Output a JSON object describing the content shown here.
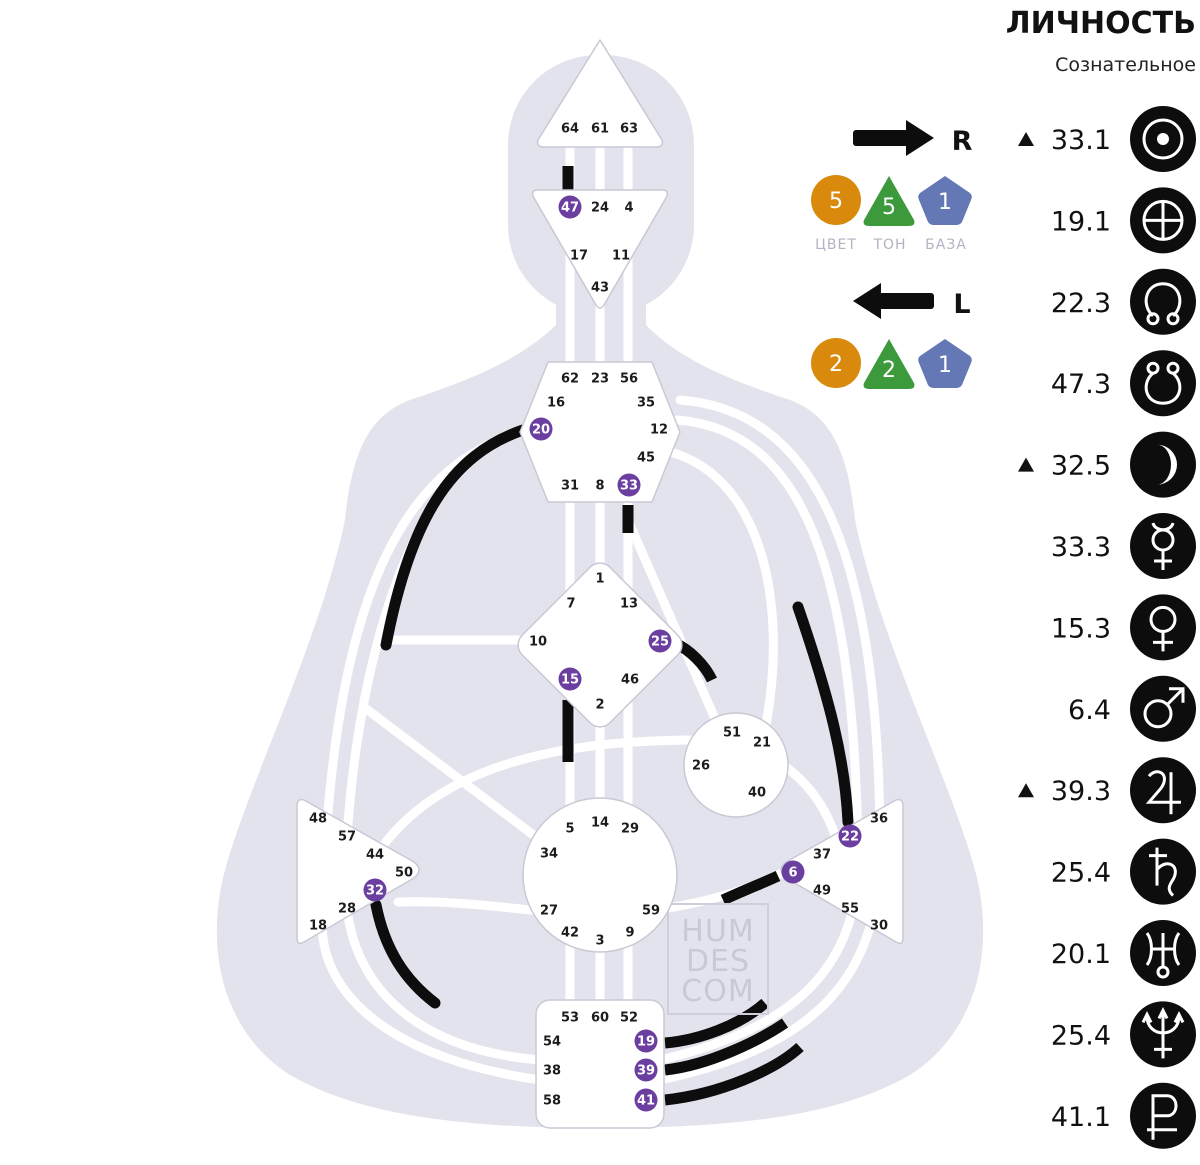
{
  "header": {
    "title": "ЛИЧНОСТЬ",
    "subtitle": "Сознательное"
  },
  "watermark": [
    "HUM",
    "DES",
    "COM"
  ],
  "variables": [
    {
      "direction": "R",
      "badges": [
        {
          "value": "5",
          "label": "ЦВЕТ",
          "shape": "circle",
          "color": "#d98a0c"
        },
        {
          "value": "5",
          "label": "ТОН",
          "shape": "triangle",
          "color": "#3c9a3c"
        },
        {
          "value": "1",
          "label": "БАЗА",
          "shape": "pentagon",
          "color": "#6478b6"
        }
      ]
    },
    {
      "direction": "L",
      "badges": [
        {
          "value": "2",
          "shape": "circle",
          "color": "#d98a0c"
        },
        {
          "value": "2",
          "shape": "triangle",
          "color": "#3c9a3c"
        },
        {
          "value": "1",
          "shape": "pentagon",
          "color": "#6478b6"
        }
      ]
    }
  ],
  "planets": [
    {
      "icon": "sun-icon",
      "value": "33.1",
      "exalted": true
    },
    {
      "icon": "earth-icon",
      "value": "19.1",
      "exalted": false
    },
    {
      "icon": "north-node-icon",
      "value": "22.3",
      "exalted": false
    },
    {
      "icon": "south-node-icon",
      "value": "47.3",
      "exalted": false
    },
    {
      "icon": "moon-icon",
      "value": "32.5",
      "exalted": true
    },
    {
      "icon": "mercury-icon",
      "value": "33.3",
      "exalted": false
    },
    {
      "icon": "venus-icon",
      "value": "15.3",
      "exalted": false
    },
    {
      "icon": "mars-icon",
      "value": "6.4",
      "exalted": false
    },
    {
      "icon": "jupiter-icon",
      "value": "39.3",
      "exalted": true
    },
    {
      "icon": "saturn-icon",
      "value": "25.4",
      "exalted": false
    },
    {
      "icon": "uranus-icon",
      "value": "20.1",
      "exalted": false
    },
    {
      "icon": "neptune-icon",
      "value": "25.4",
      "exalted": false
    },
    {
      "icon": "pluto-icon",
      "value": "41.1",
      "exalted": false
    }
  ],
  "colors": {
    "body": "#e3e3ee",
    "channel": "#ffffff",
    "active_line": "#0d0d0d",
    "active_gate": "#6b3fa0",
    "icon_bg": "#0d0d0d"
  },
  "centers": {
    "head": {
      "gates": [
        "64",
        "61",
        "63"
      ]
    },
    "ajna": {
      "gates": [
        "47",
        "24",
        "4",
        "17",
        "11",
        "43"
      ],
      "active": [
        "47"
      ]
    },
    "throat": {
      "gates": [
        "62",
        "23",
        "56",
        "16",
        "35",
        "20",
        "12",
        "45",
        "31",
        "8",
        "33"
      ],
      "active": [
        "20",
        "33"
      ]
    },
    "g": {
      "gates": [
        "1",
        "7",
        "13",
        "10",
        "25",
        "15",
        "46",
        "2"
      ],
      "active": [
        "25",
        "15"
      ]
    },
    "heart": {
      "gates": [
        "51",
        "21",
        "26",
        "40"
      ]
    },
    "spleen": {
      "gates": [
        "48",
        "57",
        "44",
        "50",
        "32",
        "28",
        "18"
      ],
      "active": [
        "32"
      ]
    },
    "sacral": {
      "gates": [
        "5",
        "14",
        "29",
        "34",
        "27",
        "59",
        "42",
        "3",
        "9"
      ]
    },
    "solar_plexus": {
      "gates": [
        "36",
        "22",
        "37",
        "6",
        "49",
        "55",
        "30"
      ],
      "active": [
        "22",
        "6"
      ]
    },
    "root": {
      "gates": [
        "53",
        "60",
        "52",
        "54",
        "19",
        "38",
        "39",
        "58",
        "41"
      ],
      "active": [
        "19",
        "39",
        "41"
      ]
    }
  }
}
